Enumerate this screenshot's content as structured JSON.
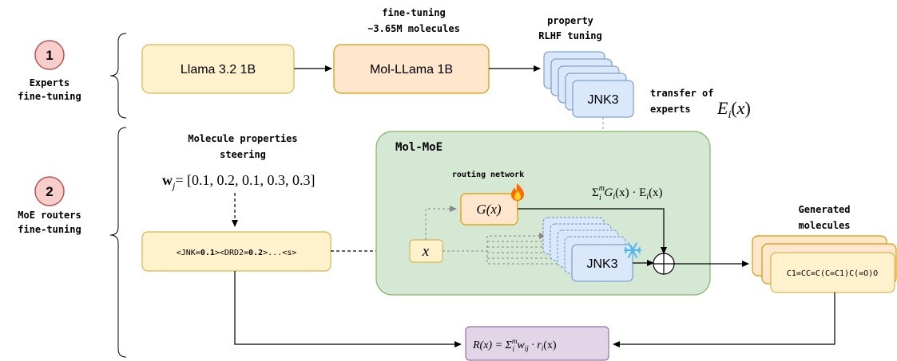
{
  "stage1": {
    "number": "1",
    "label_line1": "Experts",
    "label_line2": "fine-tuning"
  },
  "stage2": {
    "number": "2",
    "label_line1": "MoE routers",
    "label_line2": "fine-tuning"
  },
  "top_row": {
    "llama_box": "Llama 3.2 1B",
    "finetune_line1": "fine-tuning",
    "finetune_line2": "~3.65M molecules",
    "mol_llama_box": "Mol-LLama 1B",
    "rlhf_line1": "property",
    "rlhf_line2": "RLHF tuning",
    "expert_box": "JNK3",
    "transfer_line1": "transfer of",
    "transfer_line2": "experts",
    "transfer_math": "E_i(x)"
  },
  "steering": {
    "title_line1": "Molecule properties",
    "title_line2": "steering",
    "weights_lhs": "w",
    "weights_sub": "j",
    "weights_rhs": "= [0.1, 0.2, 0.1, 0.3, 0.3]",
    "prompt_part1": "<JNK=",
    "prompt_bold1": "0.1",
    "prompt_part2": "><DRD2=",
    "prompt_bold2": "0.2",
    "prompt_part3": ">...<s>"
  },
  "moe": {
    "title": "Mol-MoE",
    "routing_label": "routing network",
    "gate_box": "G(x)",
    "input_var": "x",
    "sum_formula": "Σ",
    "sum_sup": "m",
    "sum_sub": "i",
    "sum_rest": " G",
    "sum_rest_sub": "i",
    "sum_rest2": "(x) · E",
    "sum_rest2_sub": "i",
    "sum_rest3": "(x)",
    "expert_box": "JNK3",
    "fire_icon": "fire-icon",
    "snowflake_icon": "snowflake-icon"
  },
  "output": {
    "title_line1": "Generated",
    "title_line2": "molecules",
    "smiles": "C1=CC=C(C=C1)C(=O)O"
  },
  "reward": {
    "lhs": "R(x) = Σ",
    "sup": "m",
    "sub": "i",
    "w": " w",
    "w_sub": "ij",
    "r": " · r",
    "r_sub": "i",
    "tail": "(x)"
  },
  "colors": {
    "yellow_fill": "#fff2cc",
    "yellow_stroke": "#d6b656",
    "orange_fill": "#ffe6cc",
    "orange_stroke": "#d79b00",
    "blue_fill": "#dae8fc",
    "blue_stroke": "#6c8ebf",
    "green_fill": "#d5e8d4",
    "green_stroke": "#82b366",
    "purple_fill": "#e1d5e7",
    "purple_stroke": "#9673a6",
    "red_fill": "#f8cecc",
    "red_stroke": "#b85450"
  }
}
